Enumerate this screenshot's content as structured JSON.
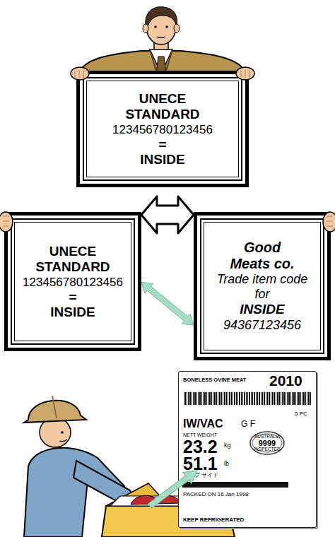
{
  "diagram": {
    "nodes": [
      {
        "text": [
          "UNECE STANDARD",
          "123456780123456",
          "=",
          "INSIDE"
        ]
      },
      {
        "text": [
          "UNECE STANDARD",
          "123456780123456",
          "=",
          "INSIDE"
        ]
      },
      {
        "text": [
          "Good Meats co.",
          "Trade item code for",
          "INSIDE",
          "94367123456"
        ]
      },
      {
        "text": [
          "BONELESS OVINE MEAT",
          "2010",
          "5 PC",
          "IW/VAC",
          "G F",
          "NETT WEIGHT",
          "23.2",
          "kg",
          "51.1",
          "lb",
          "トップ サイド",
          "PACKED ON 16 Jan 1998",
          "KEEP REFRIGERATED"
        ]
      },
      {
        "text": [
          "AUSTRALIA",
          "9999",
          "INSPECTED"
        ],
        "in": 3
      }
    ],
    "edges": [
      {
        "from": 1,
        "to": 2,
        "arrow": "both"
      },
      {
        "from": 1,
        "to": 2,
        "arrow": "both"
      }
    ]
  }
}
